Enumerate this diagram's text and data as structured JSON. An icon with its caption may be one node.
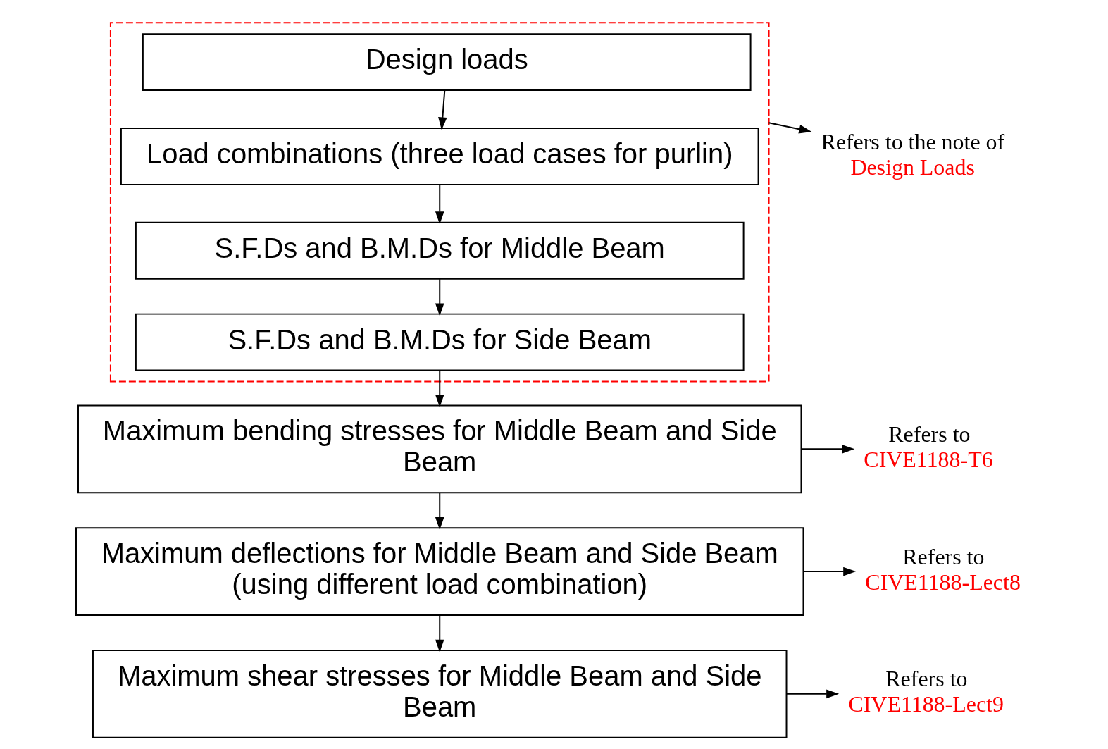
{
  "diagram": {
    "nodes": [
      {
        "text": [],
        "shape": "box"
      },
      {
        "text": [
          "Design loads"
        ],
        "in": 0
      },
      {
        "text": [
          "Load combinations (three load cases for purlin)"
        ],
        "in": 0
      },
      {
        "text": [
          "S.F.Ds and B.M.Ds for Middle Beam"
        ],
        "in": 0
      },
      {
        "text": [
          "S.F.Ds and B.M.Ds for Side Beam"
        ],
        "in": 0
      },
      {
        "text": [
          "Maximum bending stresses for Middle Beam and Side Beam"
        ]
      },
      {
        "text": [
          "Maximum deflections for Middle Beam and Side Beam (using different load combination)"
        ]
      },
      {
        "text": [
          "Maximum shear stresses for Middle Beam and Side Beam"
        ]
      },
      {
        "text": [
          "Refers to the note of",
          "Design Loads"
        ]
      },
      {
        "text": [
          "Refers to",
          "CIVE1188-T6"
        ]
      },
      {
        "text": [
          "Refers to",
          "CIVE1188-Lect8"
        ]
      },
      {
        "text": [
          "Refers to",
          "CIVE1188-Lect9"
        ]
      }
    ],
    "edges": [
      {
        "from": 1,
        "to": 2,
        "arrow": "to"
      },
      {
        "from": 2,
        "to": 3,
        "arrow": "to"
      },
      {
        "from": 3,
        "to": 4,
        "arrow": "to"
      },
      {
        "from": 4,
        "to": 5,
        "arrow": "to"
      },
      {
        "from": 5,
        "to": 6,
        "arrow": "to"
      },
      {
        "from": 6,
        "to": 7,
        "arrow": "to"
      },
      {
        "from": 0,
        "to": 8,
        "arrow": "to"
      },
      {
        "from": 5,
        "to": 9,
        "arrow": "to"
      },
      {
        "from": 6,
        "to": 10,
        "arrow": "to"
      },
      {
        "from": 7,
        "to": 11,
        "arrow": "to"
      }
    ]
  }
}
